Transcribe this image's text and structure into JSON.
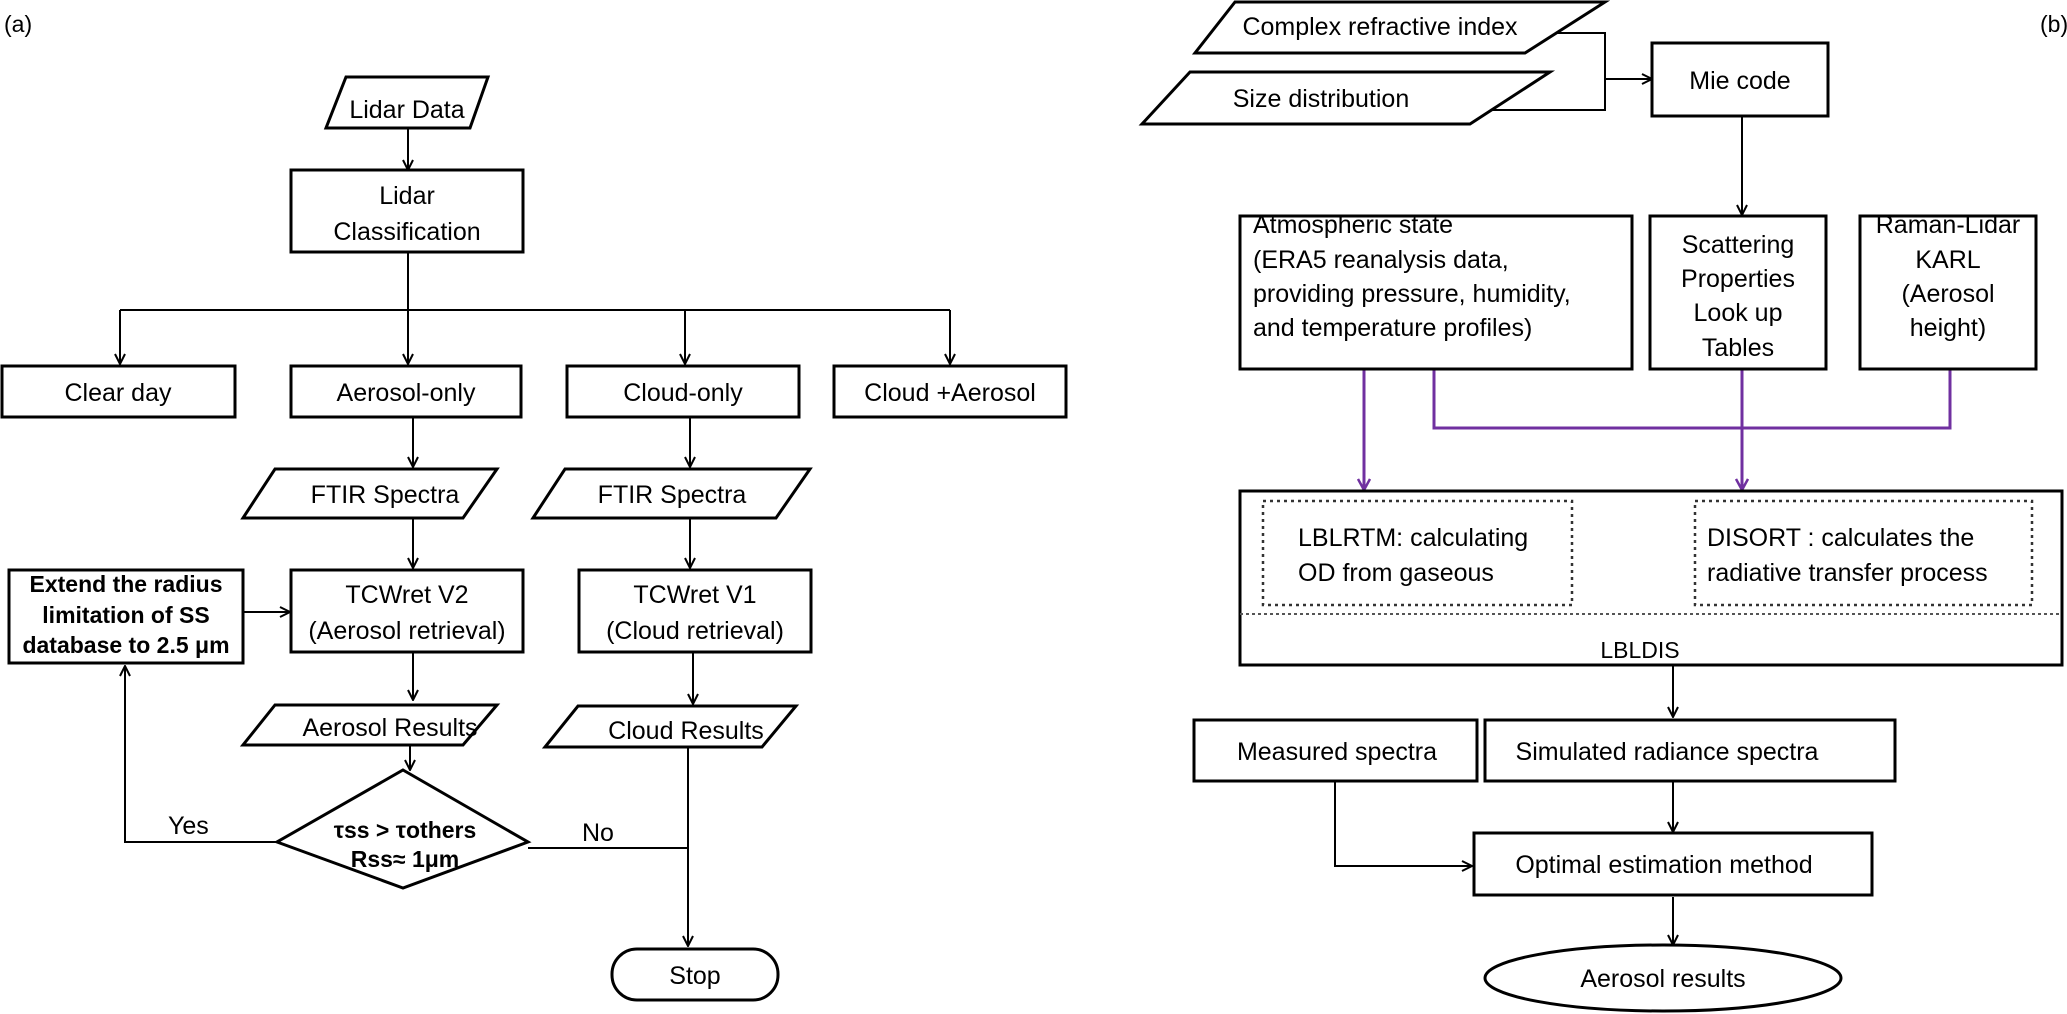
{
  "panel_labels": {
    "a": "(a)",
    "b": "(b)"
  },
  "panel_a": {
    "lidar_data": "Lidar Data",
    "lidar_classification": [
      "Lidar",
      "Classification"
    ],
    "classes": [
      "Clear day",
      "Aerosol-only",
      "Cloud-only",
      "Cloud +Aerosol"
    ],
    "ftir_aerosol": "FTIR Spectra",
    "ftir_cloud": "FTIR Spectra",
    "tcwret_v2": [
      "TCWret V2",
      "(Aerosol retrieval)"
    ],
    "tcwret_v1": [
      "TCWret V1",
      "(Cloud retrieval)"
    ],
    "extend": [
      "Extend the radius",
      "limitation of SS",
      "database to 2.5 μm"
    ],
    "aerosol_results": "Aerosol Results",
    "cloud_results": "Cloud Results",
    "decision": [
      "τss > τothers",
      "Rss≈ 1μm"
    ],
    "yes": "Yes",
    "no": "No",
    "stop": "Stop"
  },
  "panel_b": {
    "complex_index": "Complex refractive index",
    "size_distribution": "Size distribution",
    "mie_code": "Mie code",
    "atmospheric_state": [
      "Atmospheric state",
      "(ERA5 reanalysis data,",
      "providing  pressure, humidity,",
      "and temperature profiles)"
    ],
    "scattering": [
      "Scattering",
      "Properties",
      "Look up",
      "Tables"
    ],
    "raman": [
      "Raman-Lidar",
      "KARL",
      "(Aerosol",
      "height)"
    ],
    "lblrtm": [
      "LBLRTM: calculating",
      "OD from gaseous"
    ],
    "disort": [
      "DISORT : calculates the",
      "radiative transfer process"
    ],
    "lbldis": "LBLDIS",
    "measured": "Measured spectra",
    "simulated": "Simulated radiance spectra",
    "optimal": "Optimal estimation method",
    "aerosol_results": "Aerosol results"
  },
  "colors": {
    "purple_arrow": "#7030a0",
    "line": "#000000"
  }
}
